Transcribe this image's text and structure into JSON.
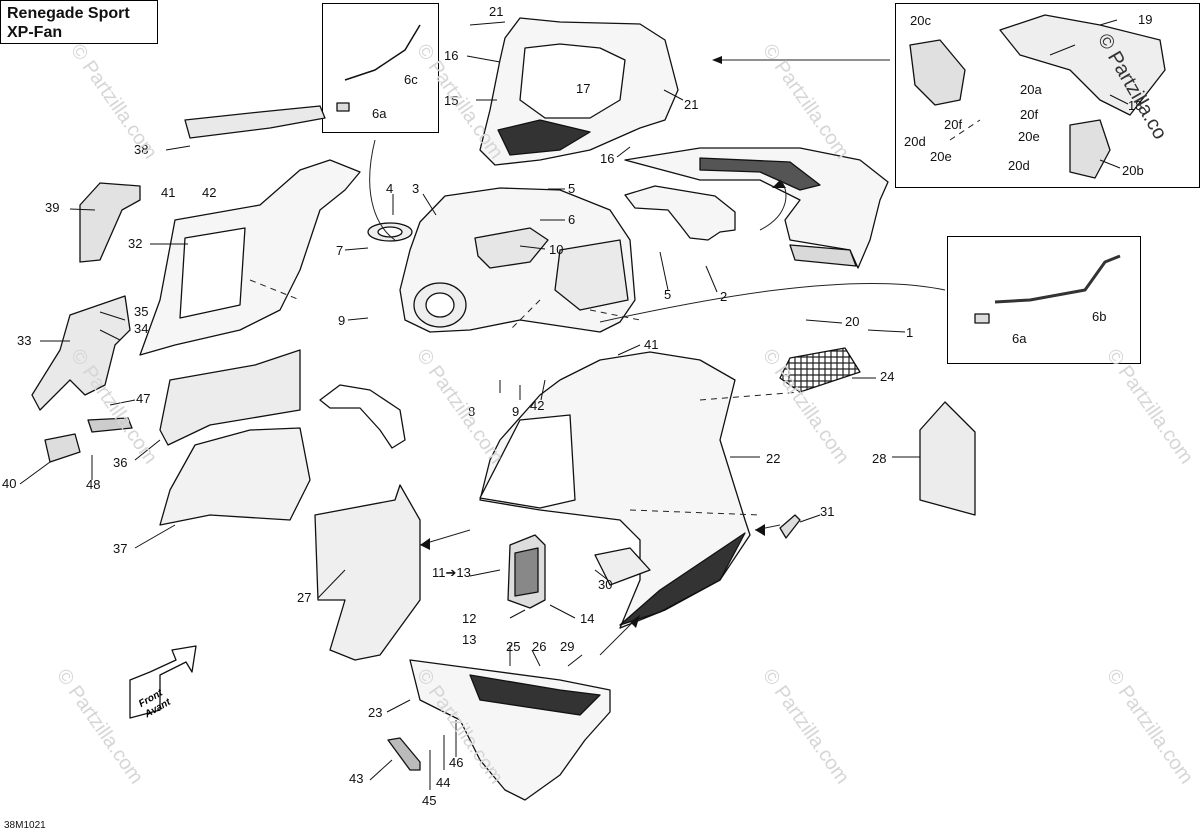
{
  "title": {
    "line1": "Renegade Sport",
    "line2": "XP-Fan"
  },
  "diagram_code": "38M1021",
  "front_label": {
    "line1": "Front",
    "line2": "Avant"
  },
  "watermark": "© Partzilla.com",
  "corner_watermark": "© Partzilla.co",
  "callouts": {
    "c1": "1",
    "c2": "2",
    "c3": "3",
    "c4": "4",
    "c5a": "5",
    "c5b": "5",
    "c6": "6",
    "c6a_inset1": "6a",
    "c6c": "6c",
    "c6a_inset2": "6a",
    "c6b": "6b",
    "c7": "7",
    "c8": "8",
    "c9a": "9",
    "c9b": "9",
    "c10": "10",
    "c11_13": "11➔13",
    "c12": "12",
    "c13": "13",
    "c14": "14",
    "c15": "15",
    "c16a": "16",
    "c16b": "16",
    "c17": "17",
    "c18": "18",
    "c19": "19",
    "c20": "20",
    "c20a": "20a",
    "c20b": "20b",
    "c20c": "20c",
    "c20d1": "20d",
    "c20d2": "20d",
    "c20e1": "20e",
    "c20e2": "20e",
    "c20f1": "20f",
    "c20f2": "20f",
    "c21a": "21",
    "c21b": "21",
    "c22": "22",
    "c23": "23",
    "c24": "24",
    "c25": "25",
    "c26": "26",
    "c27": "27",
    "c28": "28",
    "c29": "29",
    "c30": "30",
    "c31": "31",
    "c32": "32",
    "c33": "33",
    "c34": "34",
    "c35": "35",
    "c36": "36",
    "c37": "37",
    "c38": "38",
    "c39": "39",
    "c40": "40",
    "c41a": "41",
    "c41b": "41",
    "c42a": "42",
    "c42b": "42",
    "c43": "43",
    "c44": "44",
    "c45": "45",
    "c46": "46",
    "c47": "47",
    "c48": "48"
  },
  "colors": {
    "line": "#111111",
    "part_fill": "#f4f4f4",
    "shade": "#cfcfcf",
    "watermark": "#d6d6d6"
  }
}
